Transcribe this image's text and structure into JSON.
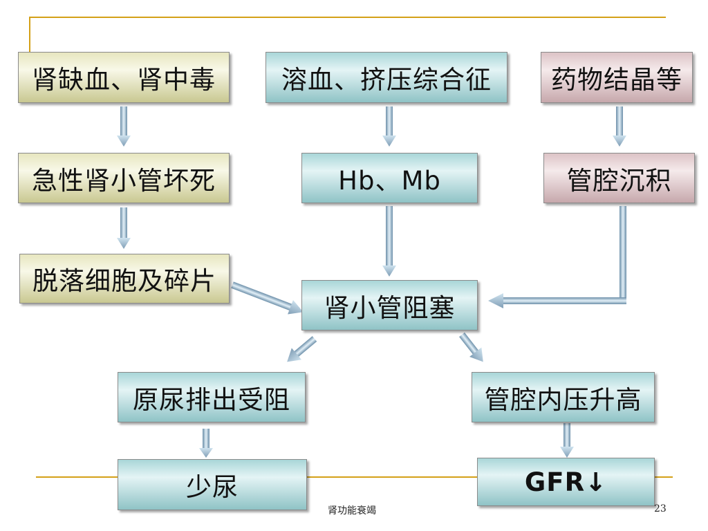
{
  "nodes": {
    "renal_ischemia": "肾缺血、肾中毒",
    "hemolysis": "溶血、挤压综合征",
    "drug_crystals": "药物结晶等",
    "acute_tubular_necrosis": "急性肾小管坏死",
    "hb_mb": "Hb、Mb",
    "lumen_deposition": "管腔沉积",
    "shed_cells": "脱落细胞及碎片",
    "tubular_obstruction": "肾小管阻塞",
    "urine_outflow_blocked": "原尿排出受阻",
    "intraluminal_pressure": "管腔内压升高",
    "oliguria": "少尿",
    "gfr_down": "GFR↓"
  },
  "footer": {
    "title": "肾功能衰竭",
    "page_number": "23"
  },
  "colors": {
    "accent_line": "#d4a017",
    "olive_box": "#e7e6bf",
    "teal_box": "#a9d6d8",
    "pink_box": "#dcc3c6",
    "arrow": "#8fb0c8"
  }
}
